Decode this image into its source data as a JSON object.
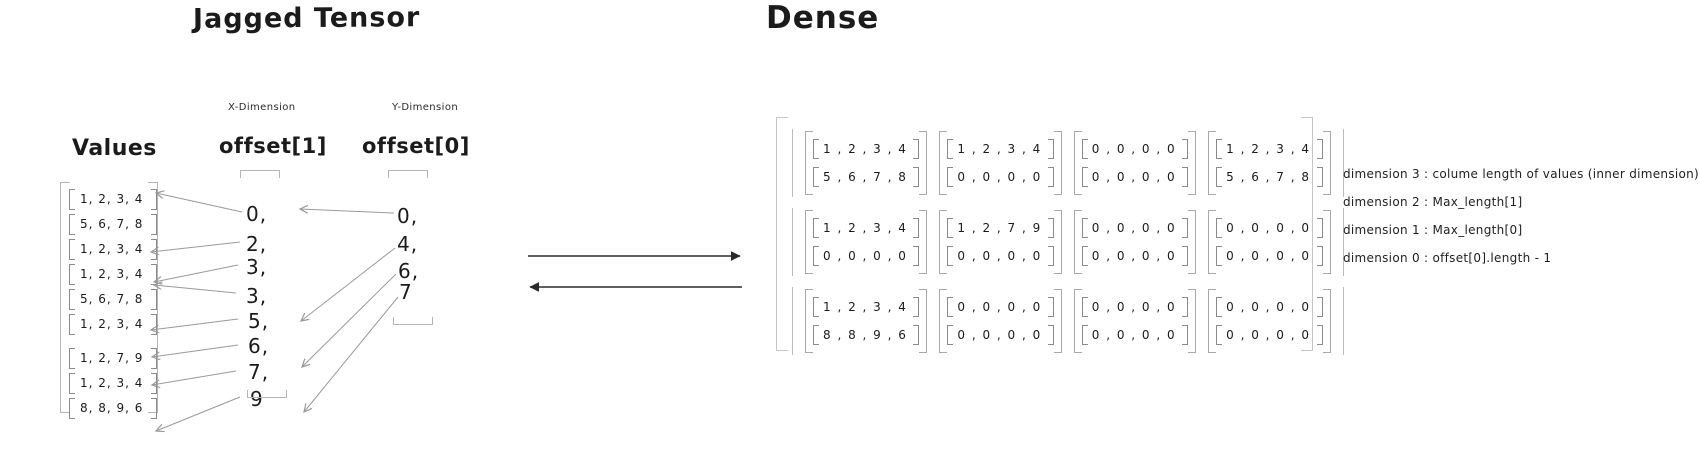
{
  "titles": {
    "jagged": "Jagged Tensor",
    "dense": "Dense"
  },
  "jagged": {
    "values": {
      "header": "Values",
      "rows": [
        "1, 2, 3, 4",
        "5, 6, 7, 8",
        "1, 2, 3, 4",
        "1, 2, 3, 4",
        "5, 6, 7, 8",
        "1, 2, 3, 4",
        "1, 2, 7, 9",
        "1, 2, 3, 4",
        "8, 8, 9, 6"
      ]
    },
    "offset1": {
      "dim_label": "X-Dimension",
      "header": "offset[1]",
      "items": [
        "0,",
        "2,",
        "3,",
        "3,",
        "5,",
        "6,",
        "7,",
        "9"
      ]
    },
    "offset0": {
      "dim_label": "Y-Dimension",
      "header": "offset[0]",
      "items": [
        "0,",
        "4,",
        "6,",
        "7"
      ]
    }
  },
  "dense": {
    "rows": [
      [
        [
          "1 , 2 , 3 , 4",
          "5 , 6 , 7 , 8"
        ],
        [
          "1 , 2 , 3 , 4",
          "0 , 0 , 0 , 0"
        ],
        [
          "0 , 0 , 0 , 0",
          "0 , 0 , 0 , 0"
        ],
        [
          "1 , 2 , 3 , 4",
          "5 , 6 , 7 , 8"
        ]
      ],
      [
        [
          "1 , 2 , 3 , 4",
          "0 , 0 , 0 , 0"
        ],
        [
          "1 , 2 , 7 , 9",
          "0 , 0 , 0 , 0"
        ],
        [
          "0 , 0 , 0 , 0",
          "0 , 0 , 0 , 0"
        ],
        [
          "0 , 0 , 0 , 0",
          "0 , 0 , 0 , 0"
        ]
      ],
      [
        [
          "1 , 2 , 3 , 4",
          "8 , 8 , 9 , 6"
        ],
        [
          "0 , 0 , 0 , 0",
          "0 , 0 , 0 , 0"
        ],
        [
          "0 , 0 , 0 , 0",
          "0 , 0 , 0 , 0"
        ],
        [
          "0 , 0 , 0 , 0",
          "0 , 0 , 0 , 0"
        ]
      ]
    ]
  },
  "annotations": [
    "dimension 3 : colume length of values (inner dimension)",
    "dimension 2 : Max_length[1]",
    "dimension 1  : Max_length[0]",
    "dimension 0 : offset[0].length - 1"
  ],
  "colors": {
    "ink": "#1b1b1b",
    "bracket_light": "#c6c6c6",
    "bracket_mid": "#b5b5b5",
    "bracket_dark": "#8a8a8a",
    "arrow_gray": "#9a9a9a",
    "arrow_dark": "#2a2a2a"
  }
}
